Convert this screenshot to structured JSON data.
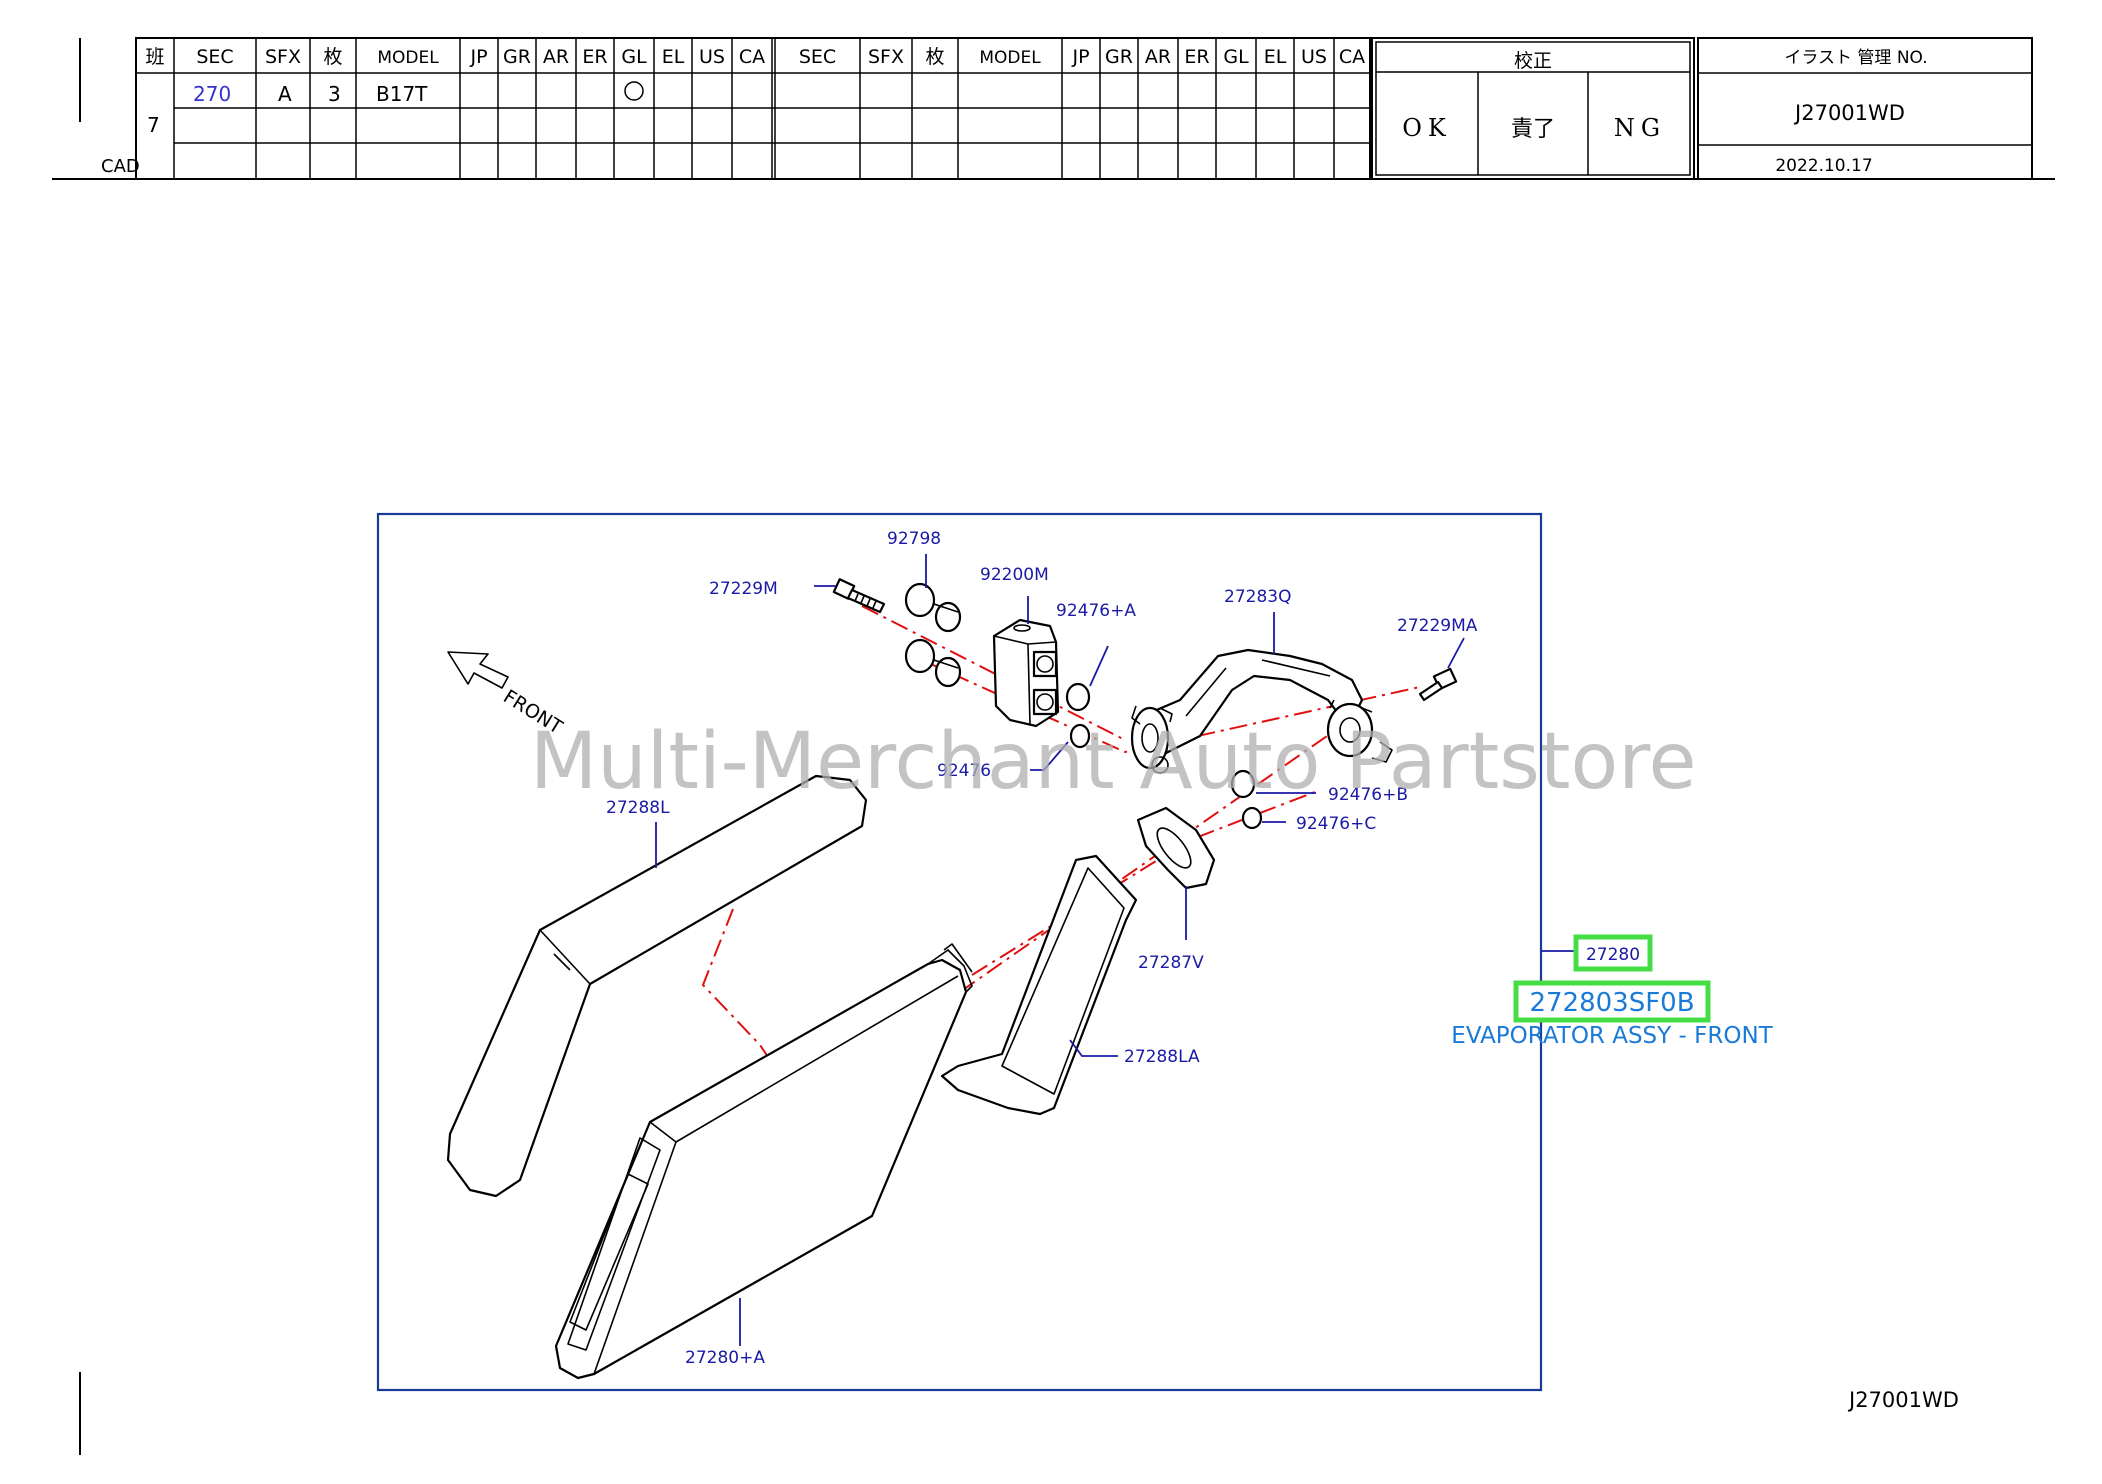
{
  "title_block": {
    "left_vertical_label": "CAD",
    "headers": [
      "班",
      "SEC",
      "SFX",
      "枚",
      "MODEL",
      "JP",
      "GR",
      "AR",
      "ER",
      "GL",
      "EL",
      "US",
      "CA",
      "SEC",
      "SFX",
      "枚",
      "MODEL",
      "JP",
      "GR",
      "AR",
      "ER",
      "GL",
      "EL",
      "US",
      "CA"
    ],
    "row_number": "7",
    "row1": {
      "sec": "270",
      "sfx": "A",
      "sheet": "3",
      "model": "B17T",
      "gl_mark": "O"
    },
    "check_title": "校正",
    "check_ok": "OK",
    "check_resp": "責了",
    "check_ng": "NG",
    "illus_no_title": "イラスト 管理 NO.",
    "illus_no": "J27001WD",
    "date": "2022.10.17"
  },
  "diagram": {
    "watermark": "Multi-Merchant Auto Partstore",
    "front_label": "FRONT",
    "part_labels": {
      "p92798": "92798",
      "p27229M": "27229M",
      "p92200M": "92200M",
      "p92476A": "92476+A",
      "p27283Q": "27283Q",
      "p27229MA": "27229MA",
      "p92476": "92476",
      "p92476B": "92476+B",
      "p92476C": "92476+C",
      "p27288L": "27288L",
      "p27287V": "27287V",
      "p27288LA": "27288LA",
      "p27280A": "27280+A"
    },
    "assembly": {
      "ref": "27280",
      "part_number": "272803SF0B",
      "name": "EVAPORATOR ASSY - FRONT",
      "highlight_color": "#44dd44",
      "text_color": "#1a7ad8"
    }
  },
  "footer_code": "J27001WD"
}
